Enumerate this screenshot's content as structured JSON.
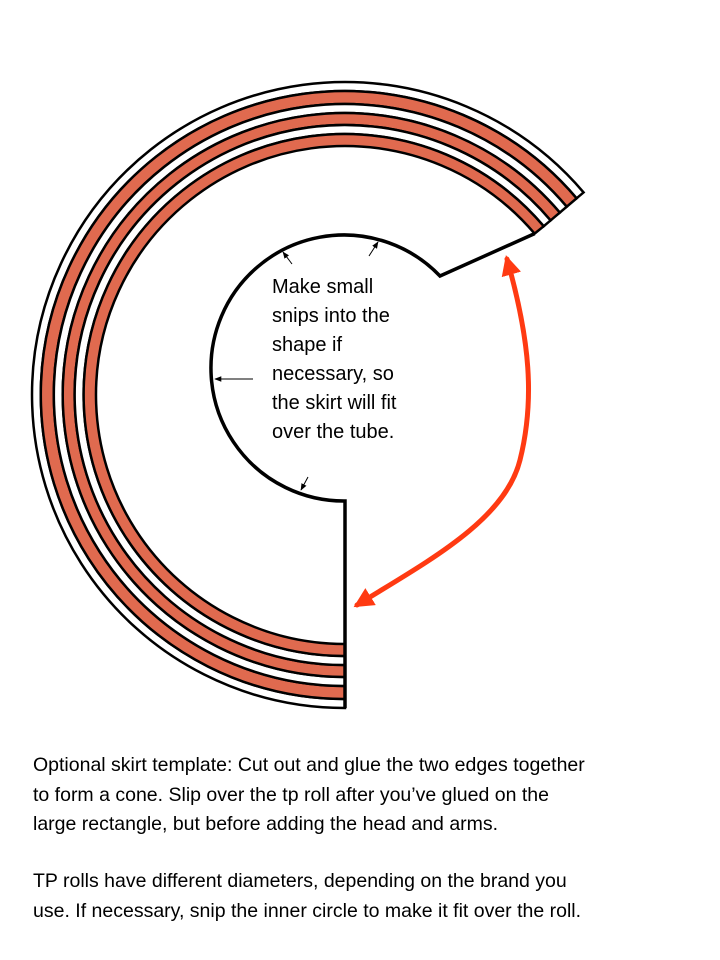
{
  "diagram": {
    "snip_note_lines": [
      "Make small",
      "snips into the",
      "shape if",
      "necessary, so",
      "the skirt will fit",
      "over the tube."
    ],
    "colors": {
      "stripe": "#e06a4f",
      "arrow": "#ff3a12",
      "outline": "#000000"
    }
  },
  "caption": {
    "paragraph_1": [
      "Optional skirt template:  Cut out and glue the two edges together",
      "to form a cone.  Slip over the tp roll after you’ve glued on the",
      "large rectangle, but before adding the head and arms."
    ],
    "paragraph_2": [
      "TP rolls have different diameters, depending on the brand you",
      "use.  If necessary, snip the inner circle to make it fit over the roll."
    ]
  }
}
